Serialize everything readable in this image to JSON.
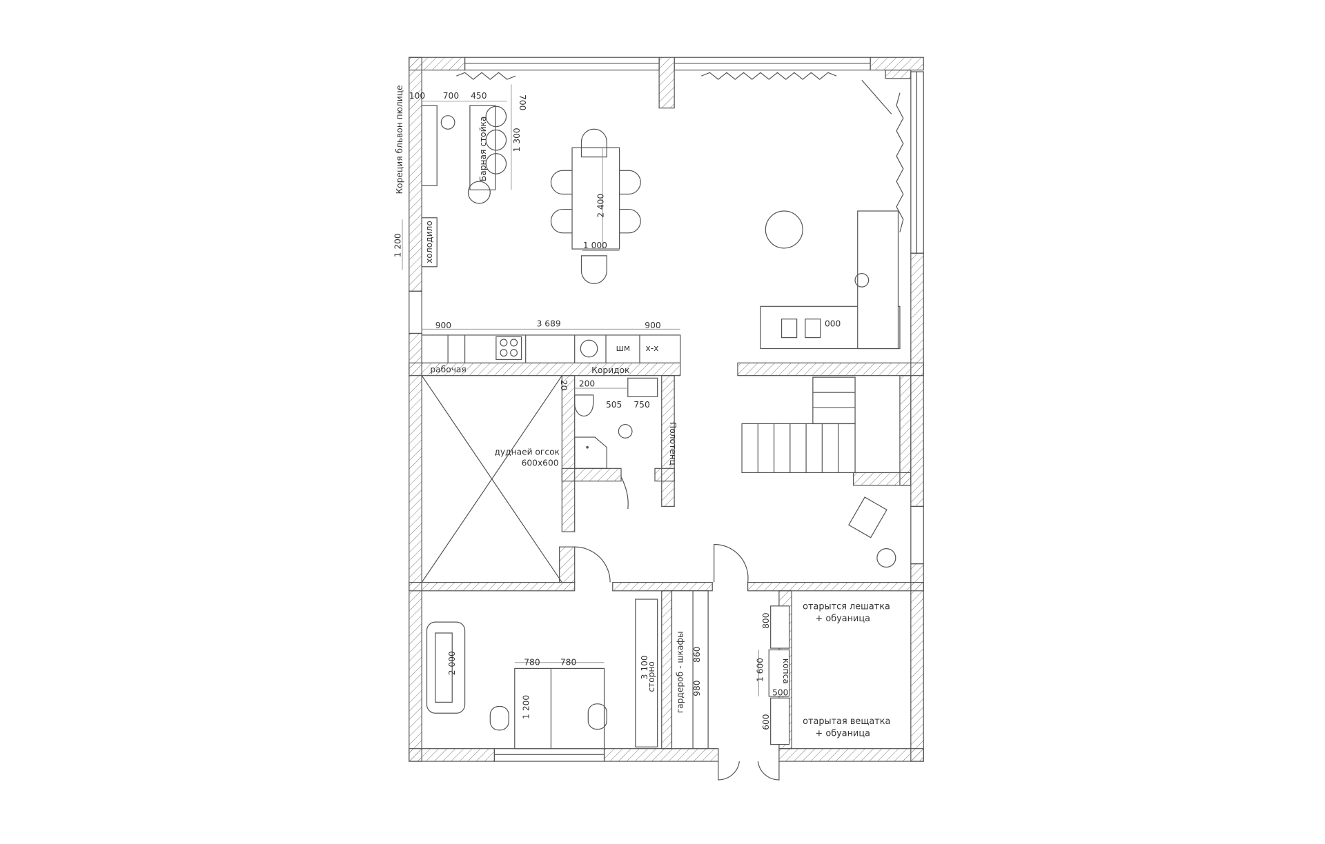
{
  "plan": {
    "colors": {
      "line": "#555555",
      "background": "#ffffff"
    },
    "labels": {
      "left_wall_note": "Кореция бльвон пюлице",
      "bar_counter": "Барная стойка",
      "fridge": "холодило",
      "dishwasher": "шм",
      "fridge_right": "х-х",
      "work_zone": "рабочая",
      "corridor": "Коридок",
      "utility": "дуднаей огсок",
      "utility_size": "600x600",
      "towel": "Полотенц",
      "closet_left": "сторно",
      "wardrobe": "гардероб - шкафы",
      "shelf": "копса",
      "hanger_top_1": "отарытся лешатка",
      "hanger_top_2": "+ обуаница",
      "hanger_bottom_1": "отарытая вещатка",
      "hanger_bottom_2": "+ обуаница"
    },
    "dims": {
      "d100": "100",
      "d700": "700",
      "d450": "450",
      "d1300": "1 300",
      "d700b": "700",
      "d2400": "2 400",
      "d1000": "1 000",
      "d1200": "1 200",
      "d900a": "900",
      "d3689": "3 689",
      "d900b": "900",
      "d000": "000",
      "d200": "200",
      "d505": "505",
      "d750": "750",
      "d20": "20",
      "d2000": "2 000",
      "d780a": "780",
      "d780b": "780",
      "d1200b": "1 200",
      "d3100": "3 100",
      "d860": "860",
      "d980": "980",
      "d800": "800",
      "d1600": "1 600",
      "d500": "500",
      "d600": "600"
    }
  }
}
